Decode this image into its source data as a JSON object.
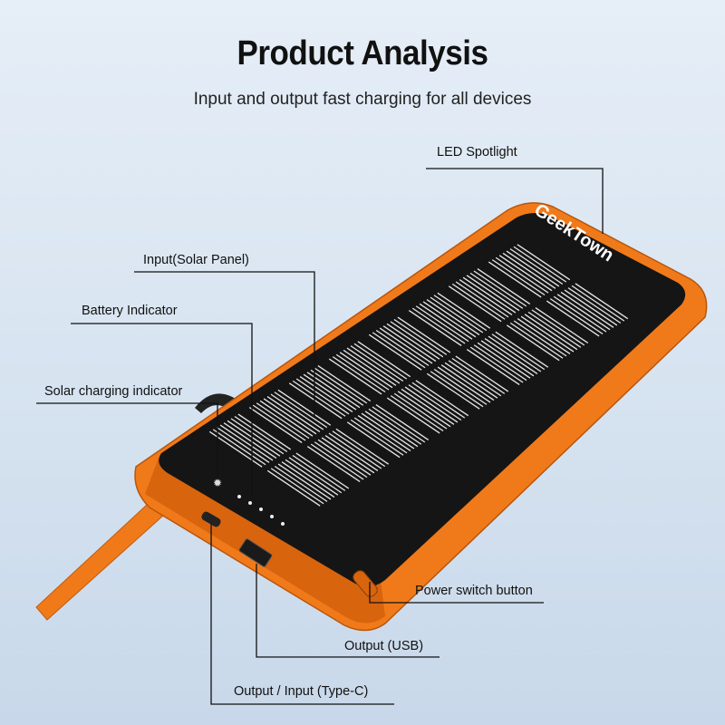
{
  "header": {
    "title": "Product Analysis",
    "subtitle": "Input and output fast charging for all devices"
  },
  "product": {
    "brand": "GeekTown",
    "body_color": "#f07a1a",
    "face_color": "#151515"
  },
  "callouts": [
    {
      "label": "LED Spotlight"
    },
    {
      "label": "Input(Solar Panel)"
    },
    {
      "label": "Battery Indicator"
    },
    {
      "label": "Solar charging indicator"
    },
    {
      "label": "Power switch button"
    },
    {
      "label": "Output (USB)"
    },
    {
      "label": "Output / Input (Type-C)"
    }
  ]
}
